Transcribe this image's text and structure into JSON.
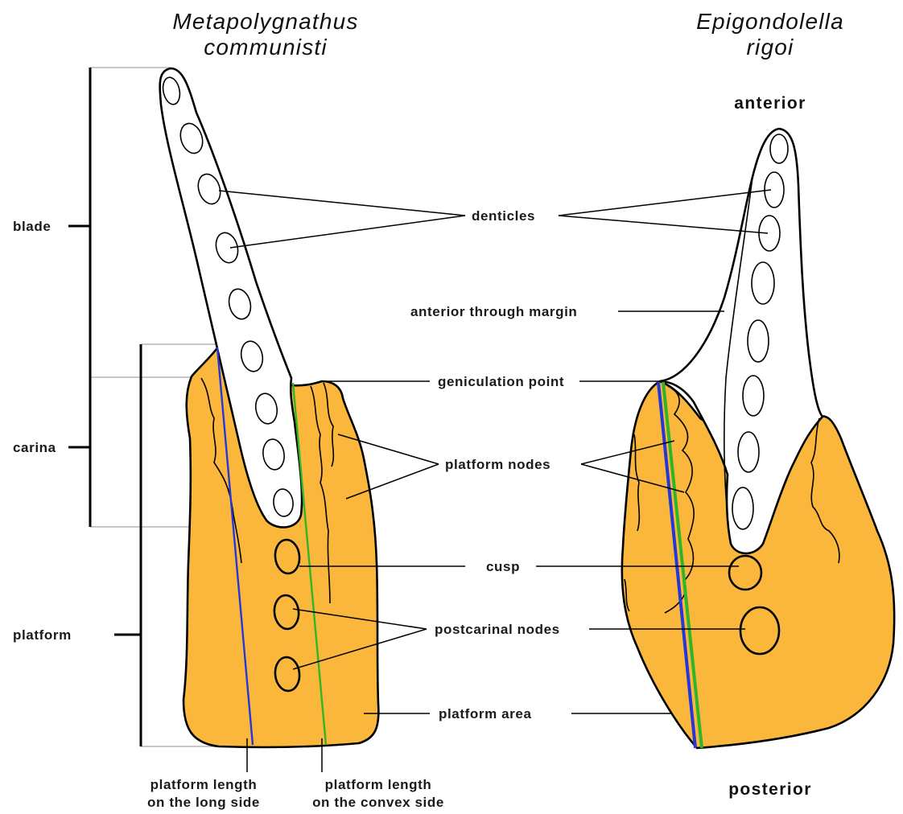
{
  "colors": {
    "platform_fill": "#fbb73c",
    "blade_fill": "#ffffff",
    "outline": "#000000",
    "long_side_line": "#2438d8",
    "convex_side_line": "#2fb52a",
    "guide_lines": "#b5b5b5"
  },
  "titles": {
    "left_line1": "Metapolygnathus",
    "left_line2": "communisti",
    "right_line1": "Epigondolella",
    "right_line2": "rigoi"
  },
  "orientation": {
    "anterior": "anterior",
    "posterior": "posterior"
  },
  "brackets": {
    "blade": "blade",
    "carina": "carina",
    "platform": "platform"
  },
  "labels": {
    "denticles": "denticles",
    "anterior_through_margin": "anterior through margin",
    "geniculation_point": "geniculation point",
    "platform_nodes": "platform nodes",
    "cusp": "cusp",
    "postcarinal_nodes": "postcarinal nodes",
    "platform_area": "platform area"
  },
  "bottom_labels": {
    "long_side_line1": "platform length",
    "long_side_line2": "on the long side",
    "convex_side_line1": "platform length",
    "convex_side_line2": "on the convex side"
  }
}
